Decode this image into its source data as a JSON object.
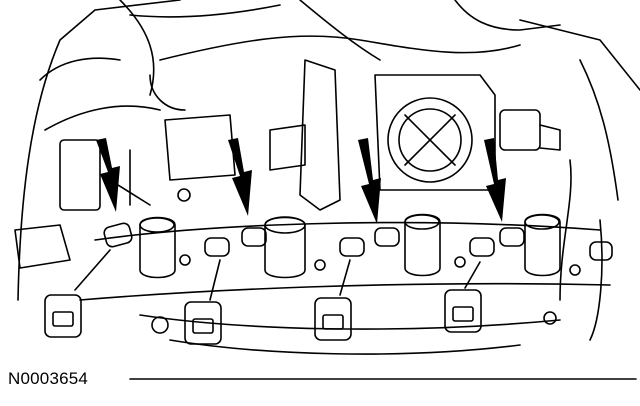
{
  "figure_id": "N0003654",
  "colors": {
    "ink": "#000000",
    "paper": "#ffffff"
  },
  "markers": [
    {
      "name": "arrow-1"
    },
    {
      "name": "arrow-2"
    },
    {
      "name": "arrow-3"
    },
    {
      "name": "arrow-4"
    }
  ]
}
